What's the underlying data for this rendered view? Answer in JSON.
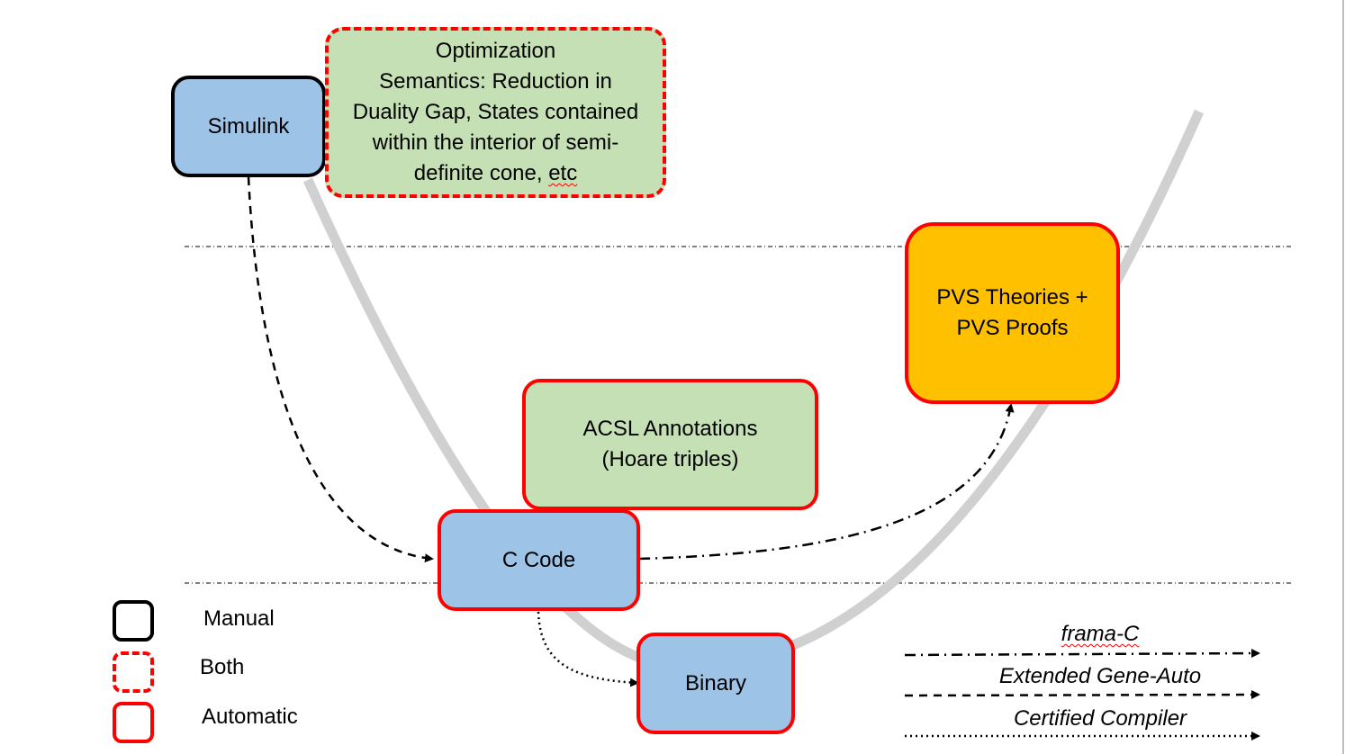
{
  "nodes": {
    "simulink": {
      "label": "Simulink"
    },
    "optimization": {
      "lines": [
        "Optimization",
        "Semantics:  Reduction in",
        "Duality Gap, States contained",
        "within the interior of semi-"
      ],
      "last_line_prefix": "definite cone, ",
      "last_line_word": "etc"
    },
    "pvs": {
      "lines": [
        "PVS Theories +",
        "PVS Proofs"
      ]
    },
    "acsl": {
      "lines": [
        "ACSL Annotations",
        "(Hoare triples)"
      ]
    },
    "ccode": {
      "label": "C Code"
    },
    "binary": {
      "label": "Binary"
    }
  },
  "legend": {
    "manual": "Manual",
    "both": "Both",
    "automatic": "Automatic"
  },
  "tools": {
    "frama_c": "frama-C",
    "gene_auto": "Extended Gene-Auto",
    "certified_compiler": "Certified Compiler"
  },
  "colors": {
    "manual_border": "#000000",
    "automatic_border": "#ff0000",
    "model_fill": "#9dc3e6",
    "annotation_fill": "#c5e0b4",
    "proof_fill": "#ffc000",
    "v_curve": "#d0d0d0"
  }
}
